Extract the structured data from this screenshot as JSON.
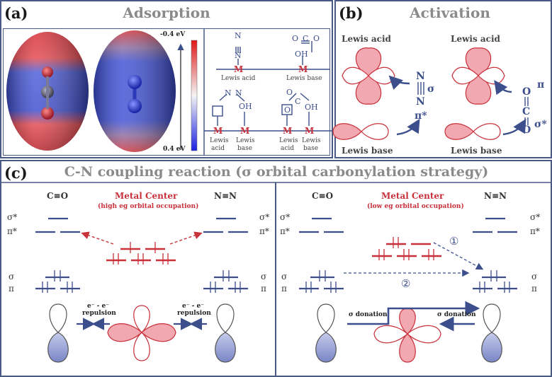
{
  "panel_a": {
    "label": "(a)",
    "title": "Adsorption",
    "scale_top": "-0.4 eV",
    "scale_bottom": "0.4 eV",
    "metal_symbol": "M",
    "n_atom": "N",
    "o_atom": "O",
    "c_atom": "C",
    "oh": "OH",
    "lewis_acid": "Lewis acid",
    "lewis_base": "Lewis base",
    "lewis": "Lewis",
    "acid": "acid",
    "base": "base"
  },
  "panel_b": {
    "label": "(b)",
    "title": "Activation",
    "lewis_acid_left": "Lewis acid",
    "lewis_acid_right": "Lewis acid",
    "lewis_base_left": "Lewis base",
    "lewis_base_right": "Lewis base",
    "sigma": "σ",
    "pi_star": "π*",
    "pi": "π",
    "sigma_star": "σ*"
  },
  "panel_c": {
    "label": "(c)",
    "title": "C-N coupling reaction (σ orbital carbonylation strategy)",
    "left": {
      "co": "C≡O",
      "nn": "N≡N",
      "metal_center": "Metal Center",
      "occupation": "(high eg orbital occupation)",
      "sigma_star": "σ*",
      "pi_star": "π*",
      "sigma": "σ",
      "pi": "π",
      "repulsion_label": "e⁻ - e⁻",
      "repulsion": "repulsion"
    },
    "right": {
      "co": "C≡O",
      "nn": "N≡N",
      "metal_center": "Metal Center",
      "occupation": "(low eg orbital occupation)",
      "sigma_star": "σ*",
      "pi_star": "π*",
      "sigma": "σ",
      "pi": "π",
      "step1": "①",
      "step2": "②",
      "donation_left": "σ donation",
      "donation_right": "σ donation"
    }
  },
  "colors": {
    "frame": "#4a5a86",
    "level": "#3c4f8c",
    "metal": "#c8303a",
    "lobe_pink": "#f4c6cc",
    "lobe_blue": "#9aa6d6"
  }
}
